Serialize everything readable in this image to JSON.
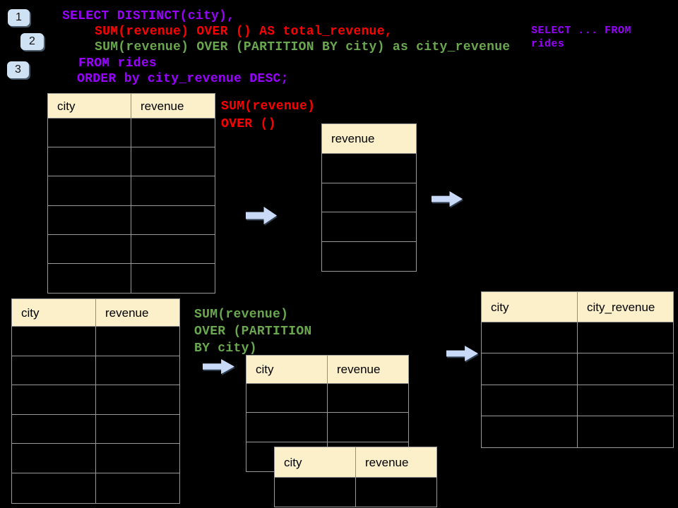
{
  "colors": {
    "bg": "#000000",
    "purple": "#9900FF",
    "red": "#FF0000",
    "green": "#6AA84F",
    "header_fill": "#FBF0CA",
    "arrow_fill": "#C9DAF8",
    "badge_fill": "#CFE2F3",
    "border": "#999999"
  },
  "badges": [
    {
      "label": "1"
    },
    {
      "label": "2"
    },
    {
      "label": "3"
    }
  ],
  "code": {
    "lines": [
      {
        "text": "SELECT DISTINCT(city),",
        "color": "purple"
      },
      {
        "text": "SUM(revenue) OVER () AS total_revenue,",
        "color": "red"
      },
      {
        "text": "SUM(revenue) OVER (PARTITION BY city) as city_revenue",
        "color": "green"
      },
      {
        "text": "FROM rides",
        "color": "purple"
      },
      {
        "text": "ORDER by city_revenue DESC;",
        "color": "purple"
      }
    ]
  },
  "side_note": {
    "line1": "SELECT ... FROM",
    "line2": "rides"
  },
  "labels": {
    "total_revenue": {
      "line1": "SUM(revenue)",
      "line2": "OVER ()"
    },
    "partition": {
      "line1": "SUM(revenue)",
      "line2": "OVER (PARTITION",
      "line3": "BY city)"
    }
  },
  "tables": {
    "source_top": {
      "headers": [
        "city",
        "revenue"
      ],
      "rows": 6
    },
    "revenue_only": {
      "headers": [
        "revenue"
      ],
      "rows": 4
    },
    "source_bottom": {
      "headers": [
        "city",
        "revenue"
      ],
      "rows": 6
    },
    "partition_step1": {
      "headers": [
        "city",
        "revenue"
      ],
      "rows": 3
    },
    "partition_step2": {
      "headers": [
        "city",
        "revenue"
      ],
      "rows": 1
    },
    "result": {
      "headers": [
        "city",
        "city_revenue"
      ],
      "rows": 4
    }
  }
}
